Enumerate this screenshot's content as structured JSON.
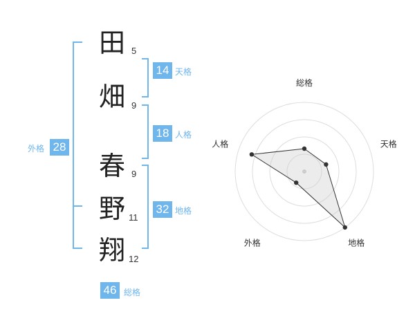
{
  "name": {
    "chars": [
      {
        "char": "田",
        "strokes": "5"
      },
      {
        "char": "畑",
        "strokes": "9"
      },
      {
        "char": "春",
        "strokes": "9"
      },
      {
        "char": "野",
        "strokes": "11"
      },
      {
        "char": "翔",
        "strokes": "12"
      }
    ]
  },
  "fortune": {
    "tenkaku": {
      "label": "天格",
      "value": "14"
    },
    "jinkaku": {
      "label": "人格",
      "value": "18"
    },
    "chikaku": {
      "label": "地格",
      "value": "32"
    },
    "gaikaku": {
      "label": "外格",
      "value": "28"
    },
    "soukaku": {
      "label": "総格",
      "value": "46"
    }
  },
  "colors": {
    "accent": "#6fb6ec",
    "text": "#222222"
  },
  "chart_data": {
    "type": "radar",
    "axes": [
      "総格",
      "天格",
      "地格",
      "外格",
      "人格"
    ],
    "values": [
      0.33,
      0.33,
      1.0,
      0.2,
      0.8
    ],
    "rings": 4
  }
}
